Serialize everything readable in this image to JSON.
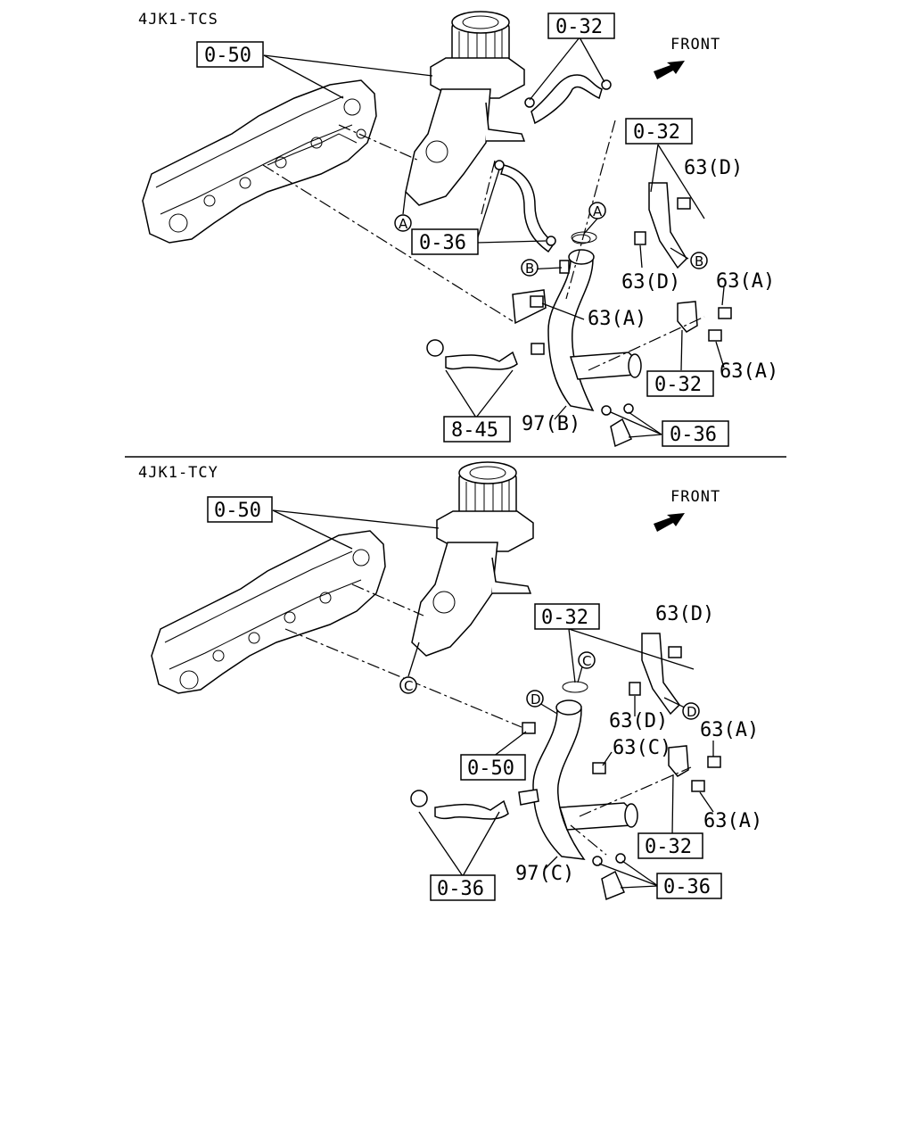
{
  "diagram": {
    "top": {
      "title": "4JK1-TCS",
      "front": "FRONT",
      "boxed": {
        "ref_050": "0-50",
        "ref_032_a": "0-32",
        "ref_032_b": "0-32",
        "ref_032_c": "0-32",
        "ref_036_a": "0-36",
        "ref_036_b": "0-36",
        "ref_845": "8-45"
      },
      "parts": {
        "p63d_1": "63(D)",
        "p63d_2": "63(D)",
        "p63a_1": "63(A)",
        "p63a_2": "63(A)",
        "p63a_3": "63(A)",
        "p97b": "97(B)"
      },
      "markers": {
        "a1": "A",
        "a2": "A",
        "b1": "B",
        "b2": "B"
      }
    },
    "bottom": {
      "title": "4JK1-TCY",
      "front": "FRONT",
      "boxed": {
        "ref_050_a": "0-50",
        "ref_050_b": "0-50",
        "ref_032_a": "0-32",
        "ref_032_b": "0-32",
        "ref_036_a": "0-36",
        "ref_036_b": "0-36"
      },
      "parts": {
        "p63d_1": "63(D)",
        "p63d_2": "63(D)",
        "p63c": "63(C)",
        "p63a_1": "63(A)",
        "p63a_2": "63(A)",
        "p97c": "97(C)"
      },
      "markers": {
        "c1": "C",
        "c2": "C",
        "d1": "D",
        "d2": "D"
      }
    }
  }
}
